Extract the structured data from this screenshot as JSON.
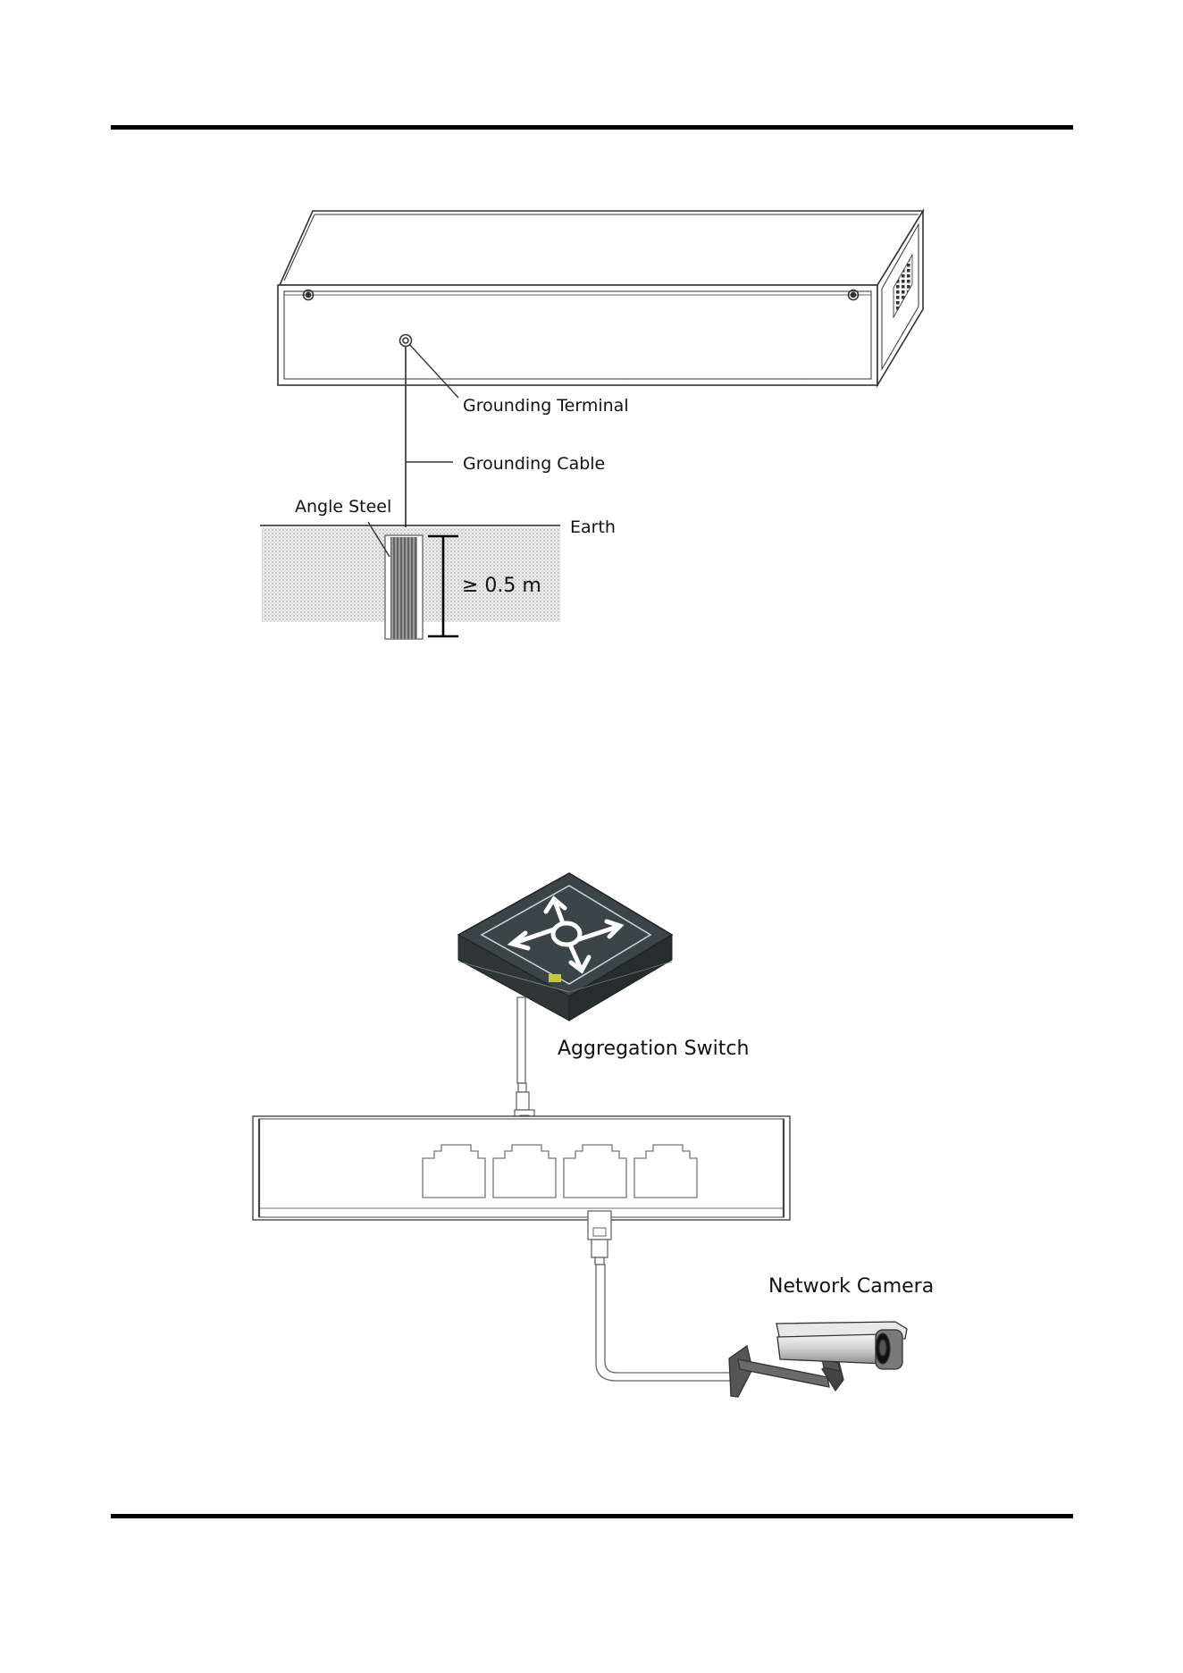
{
  "grounding_diagram": {
    "labels": {
      "terminal": "Grounding Terminal",
      "cable": "Grounding Cable",
      "angle_steel": "Angle Steel",
      "earth": "Earth",
      "depth": "≥ 0.5 m"
    }
  },
  "network_diagram": {
    "labels": {
      "switch": "Aggregation Switch",
      "camera": "Network Camera"
    },
    "port_count": 4
  }
}
